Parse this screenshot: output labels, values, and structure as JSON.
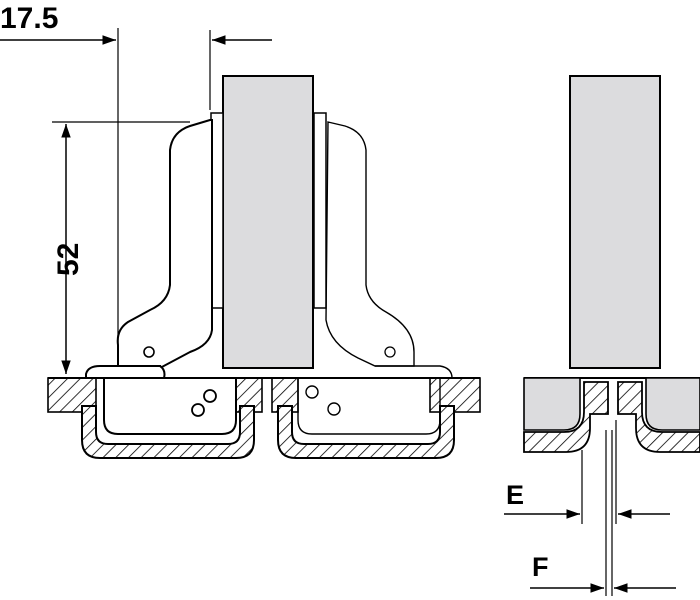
{
  "dimensions": {
    "overlay_depth": "17.5",
    "height": "52"
  },
  "gap_labels": {
    "e": "E",
    "f": "F"
  },
  "colors": {
    "line": "#000000",
    "panel_fill": "#dcdcde",
    "hatch": "#000000",
    "background": "#ffffff"
  }
}
